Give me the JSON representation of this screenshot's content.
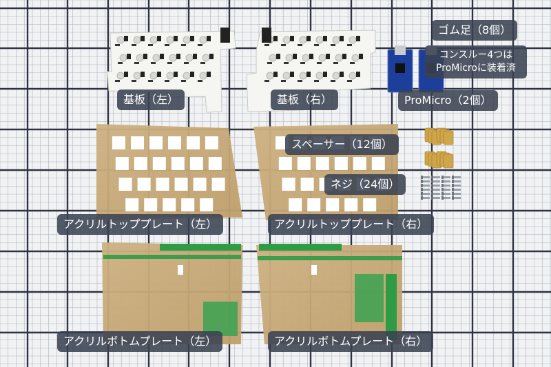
{
  "colors": {
    "grid_line": "#2d3340",
    "background": "#f1f2f4",
    "acrylic": "#c9ac7a",
    "pcb": "#f4f4f1",
    "promicro": "#1d3f9c",
    "label_bg": "#3a4252",
    "film_green": "#2e9b45"
  },
  "labels": {
    "pcb_left": "基板（左）",
    "pcb_right": "基板（右）",
    "rubber_feet": "ゴム足（8個）",
    "conthru_line1": "コンスルー4つは",
    "conthru_line2": "ProMicroに装着済",
    "promicro": "ProMicro（2個）",
    "spacer": "スペーサー（12個）",
    "screw": "ネジ（24個）",
    "top_plate_left": "アクリルトッププレート（左）",
    "top_plate_right": "アクリルトッププレート（右）",
    "bottom_plate_left": "アクリルボトムプレート（左）",
    "bottom_plate_right": "アクリルボトムプレート（右）"
  }
}
